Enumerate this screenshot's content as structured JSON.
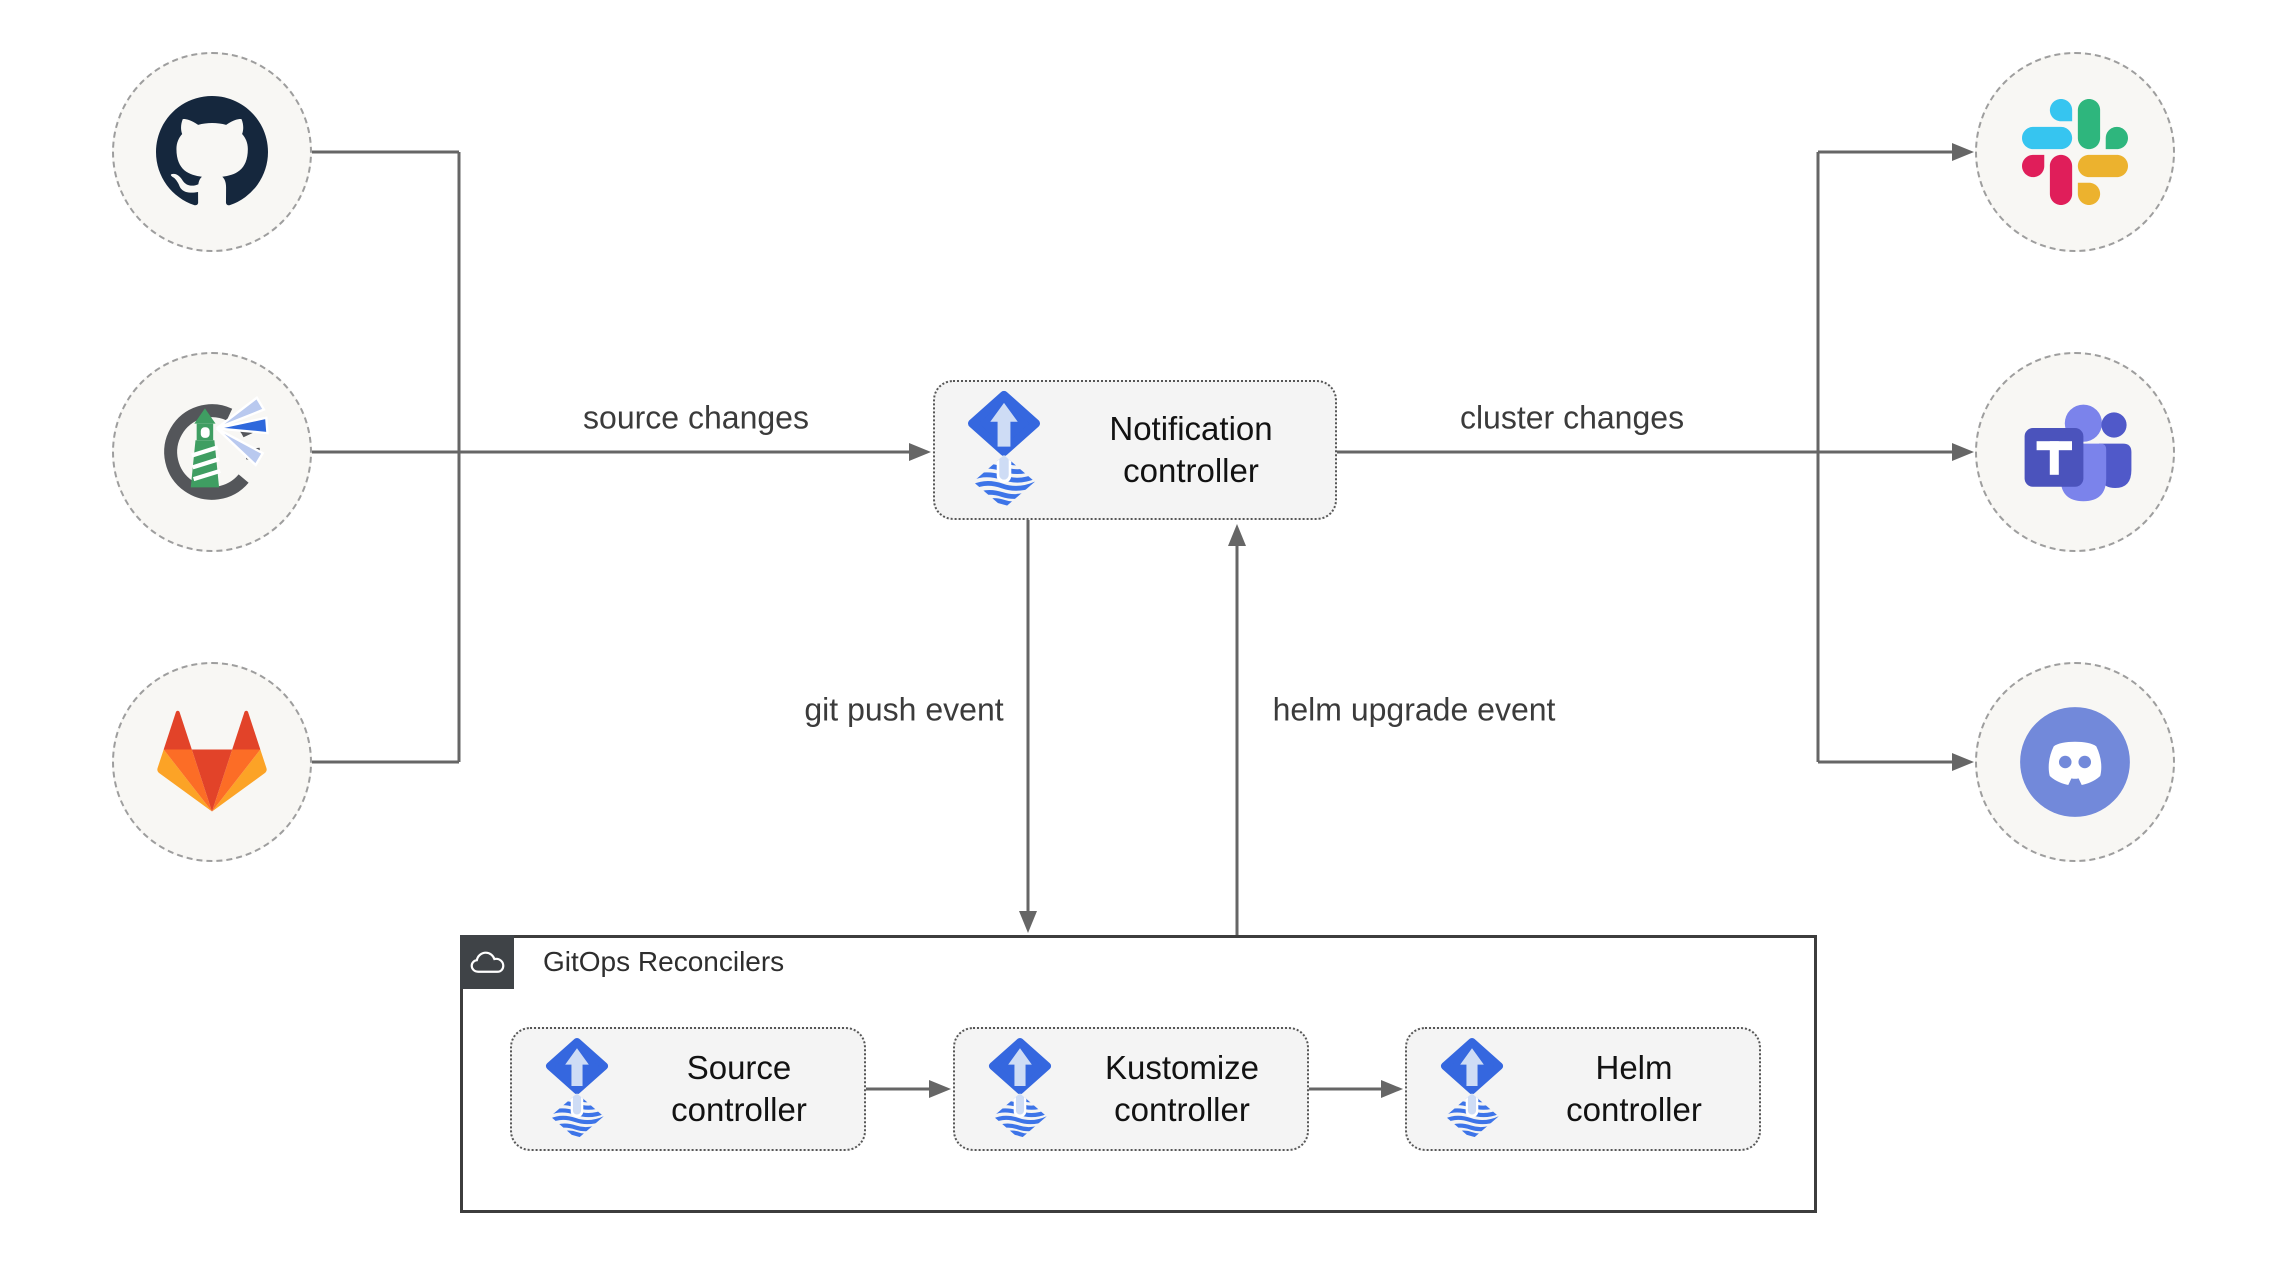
{
  "nodes": {
    "notification_controller": {
      "line1": "Notification",
      "line2": "controller"
    },
    "source_controller": {
      "line1": "Source",
      "line2": "controller"
    },
    "kustomize_controller": {
      "line1": "Kustomize",
      "line2": "controller"
    },
    "helm_controller": {
      "line1": "Helm",
      "line2": "controller"
    }
  },
  "group": {
    "title": "GitOps Reconcilers"
  },
  "edge_labels": {
    "source_changes": "source changes",
    "cluster_changes": "cluster changes",
    "git_push_event": "git push event",
    "helm_upgrade_event": "helm upgrade event"
  },
  "icons": {
    "sources": [
      "github-icon",
      "harbor-icon",
      "gitlab-icon"
    ],
    "targets": [
      "slack-icon",
      "teams-icon",
      "discord-icon"
    ],
    "controllers": "flux-icon",
    "group_badge": "cloud-icon"
  },
  "colors": {
    "line": "#666666",
    "node_fill": "#f4f4f4",
    "circle_fill": "#f8f7f4",
    "group_border": "#3d3d3d",
    "badge_bg": "#3f4347",
    "flux_blue": "#3567df",
    "flux_wave": "#3d74e8",
    "flux_arrow_light": "#cedcf5",
    "github_dark": "#15273d",
    "gitlab_red": "#e24329",
    "gitlab_orange": "#fc6d26",
    "gitlab_yellow": "#fca326",
    "harbor_gray": "#54565a",
    "harbor_green": "#3f9e62",
    "harbor_beam_blue": "#2e68dc",
    "harbor_beam_light": "#b9c9ef",
    "slack_blue": "#36c5f0",
    "slack_green": "#2eb67d",
    "slack_red": "#e01e5a",
    "slack_yellow": "#ecb22e",
    "teams_purple": "#4b53bc",
    "teams_light_purple": "#7b83eb",
    "teams_mid_purple": "#5059c9",
    "discord_blurple": "#7289da"
  }
}
